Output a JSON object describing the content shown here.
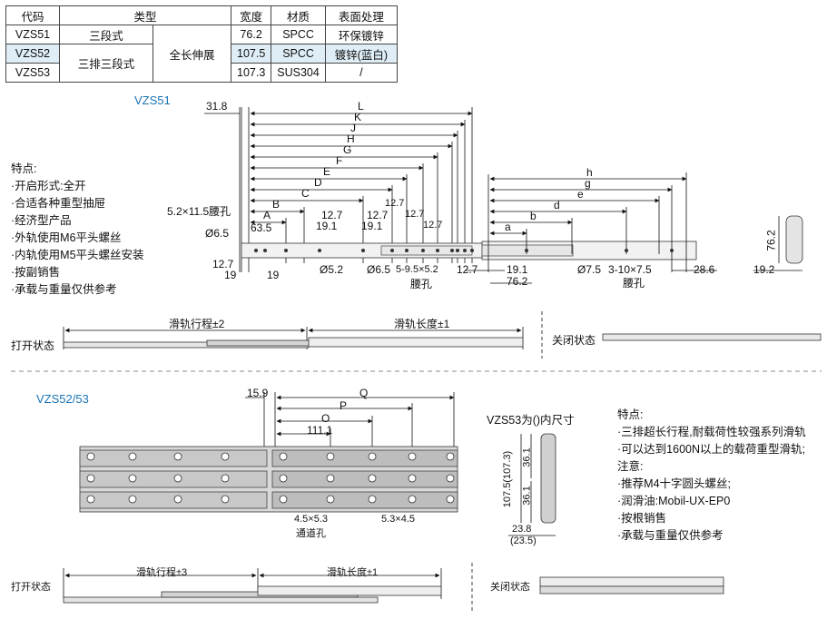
{
  "table": {
    "headers": [
      "代码",
      "类型",
      "宽度",
      "材质",
      "表面处理"
    ],
    "rows": [
      {
        "code": "VZS51",
        "type1": "三段式",
        "width": "76.2",
        "material": "SPCC",
        "surface": "环保镀锌"
      },
      {
        "code": "VZS52",
        "type1": "三排三段式",
        "width": "107.5",
        "material": "SPCC",
        "surface": "镀锌(蓝白)"
      },
      {
        "code": "VZS53",
        "width": "107.3",
        "material": "SUS304",
        "surface": "/"
      }
    ],
    "type2": "全长伸展"
  },
  "section1": {
    "model": "VZS51",
    "features_title": "特点:",
    "features": [
      "·开启形式:全开",
      "·合适各种重型抽屉",
      "·经济型产品",
      "·外轨使用M6平头螺丝",
      "·内轨使用M5平头螺丝安装",
      "·按副销售",
      "·承载与重量仅供参考"
    ],
    "dims_upper": [
      "L",
      "K",
      "J",
      "H",
      "G",
      "F",
      "E",
      "D",
      "C",
      "B",
      "A"
    ],
    "dims_lower": [
      "h",
      "g",
      "e",
      "d",
      "b",
      "a"
    ],
    "nums": {
      "d318": "31.8",
      "d5211": "5.2×11.5腰孔",
      "d635": "63.5",
      "d65a": "Ø6.5",
      "d127a": "12.7",
      "d19a": "19",
      "d19b": "19",
      "d52": "Ø5.2",
      "d65b": "Ø6.5",
      "d595": "5-9.5×5.2",
      "waist1": "腰孔",
      "d127b": "12.7",
      "d191a": "19.1",
      "d127c": "12.7",
      "d191b": "19.1",
      "d127d": "12.7",
      "d127e": "12.7",
      "d127f": "12.7",
      "d127g": "12.7",
      "d191c": "19.1",
      "d762": "76.2",
      "d75": "Ø7.5",
      "d310": "3-10×7.5",
      "waist2": "腰孔",
      "d286": "28.6",
      "d762side": "76.2",
      "d192": "19.2"
    },
    "open_label": "打开状态",
    "travel": "滑轨行程±2",
    "length": "滑轨长度±1",
    "closed_label": "关闭状态"
  },
  "section2": {
    "model": "VZS52/53",
    "d159": "15.9",
    "dP": "P",
    "dQ": "Q",
    "dO": "O",
    "d1111": "111.1",
    "h45": "4.5×5.3",
    "channel": "通道孔",
    "h53": "5.3×4.5",
    "vzs53_note": "VZS53为()内尺寸",
    "side": {
      "d1075": "107.5(107.3)",
      "d361a": "36.1",
      "d361b": "36.1",
      "d238": "23.8",
      "d235": "(23.5)"
    },
    "features_title": "特点:",
    "features": [
      "·三排超长行程,耐载荷性较强系列滑轨",
      "·可以达到1600N以上的载荷重型滑轨;"
    ],
    "notes_title": "注意:",
    "notes": [
      "·推荐M4十字圆头螺丝;",
      "·润滑油:Mobil-UX-EP0",
      "·按根销售",
      "·承载与重量仅供参考"
    ],
    "open_label": "打开状态",
    "travel": "滑轨行程±3",
    "length": "滑轨长度±1",
    "closed_label": "关闭状态"
  }
}
